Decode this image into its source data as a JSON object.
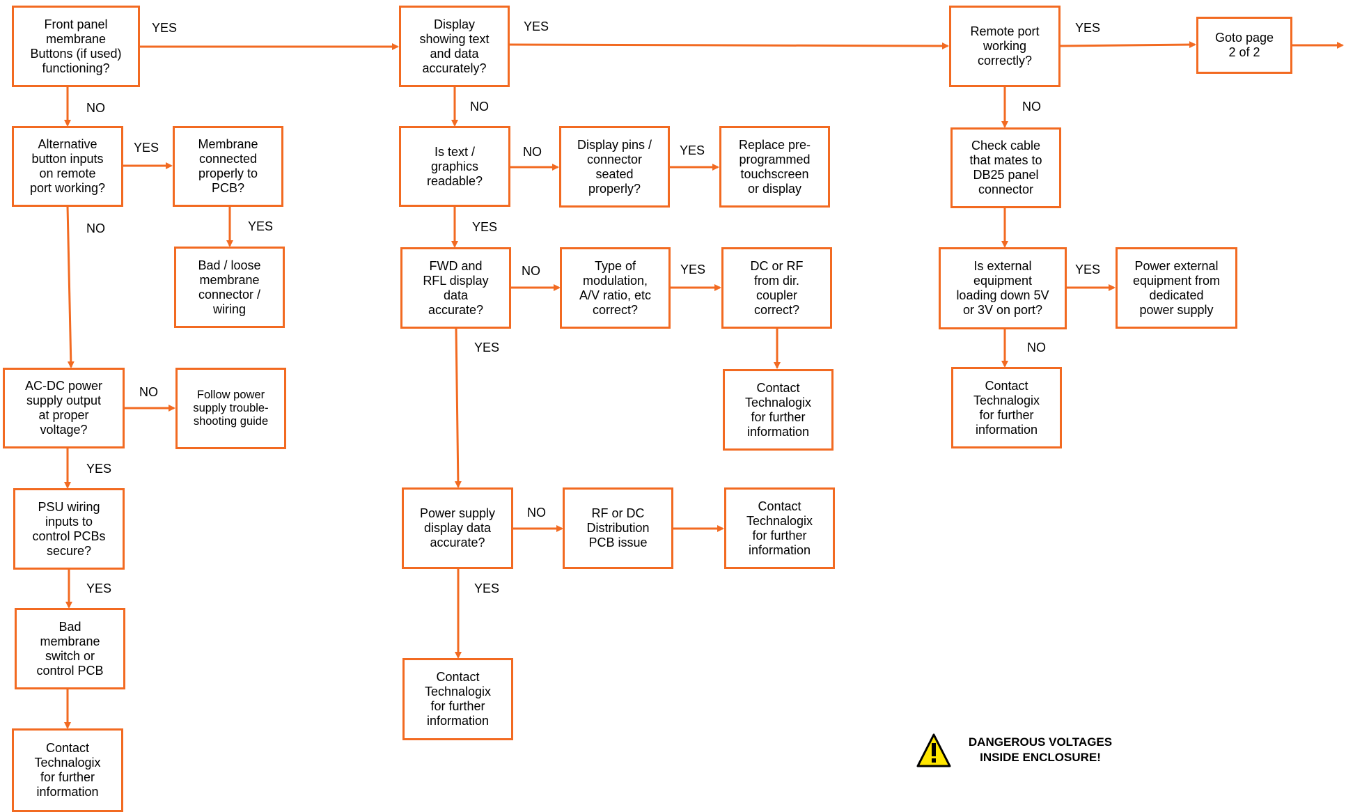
{
  "colors": {
    "line": "#F26A21",
    "warning_fill": "#FFE600"
  },
  "nodes": {
    "front_panel": "Front panel\nmembrane\nButtons (if used)\nfunctioning?",
    "alt_button": "Alternative\nbutton inputs\non remote\nport working?",
    "membrane_connected": "Membrane\nconnected\nproperly to\nPCB?",
    "bad_loose": "Bad / loose\nmembrane\nconnector /\nwiring",
    "acdc": "AC-DC power\nsupply output\nat proper\nvoltage?",
    "follow_power": "Follow power\nsupply trouble-\nshooting guide",
    "psu_wiring": "PSU wiring\ninputs to\ncontrol PCBs\nsecure?",
    "bad_membrane": "Bad\nmembrane\nswitch or\ncontrol PCB",
    "contact_left": "Contact\nTechnalogix\nfor further\ninformation",
    "display_showing": "Display\nshowing text\nand data\naccurately?",
    "is_text": "Is text /\ngraphics\nreadable?",
    "display_pins": "Display pins /\nconnector\nseated\nproperly?",
    "replace": "Replace pre-\nprogrammed\ntouchscreen\nor display",
    "fwd_rfl": "FWD and\nRFL display\ndata\naccurate?",
    "type_mod": "Type of\nmodulation,\nA/V ratio, etc\ncorrect?",
    "dc_rf": "DC or RF\nfrom dir.\ncoupler\ncorrect?",
    "contact_mid_right": "Contact\nTechnalogix\nfor further\ninformation",
    "power_supply_disp": "Power supply\ndisplay data\naccurate?",
    "rf_dc_dist": "RF or DC\nDistribution\nPCB issue",
    "contact_mid_right2": "Contact\nTechnalogix\nfor further\ninformation",
    "contact_mid": "Contact\nTechnalogix\nfor further\ninformation",
    "remote_port": "Remote port\nworking\ncorrectly?",
    "goto_page": "Goto page\n2 of 2",
    "check_cable": "Check cable\nthat mates to\nDB25 panel\nconnector",
    "is_external": "Is external\nequipment\nloading down 5V\nor 3V on port?",
    "power_external": "Power external\nequipment from\ndedicated\npower supply",
    "contact_right": "Contact\nTechnalogix\nfor further\ninformation"
  },
  "labels": {
    "yes": "YES",
    "no": "NO"
  },
  "warning": {
    "text": "DANGEROUS VOLTAGES\nINSIDE ENCLOSURE!",
    "icon": "warning-triangle-icon"
  }
}
